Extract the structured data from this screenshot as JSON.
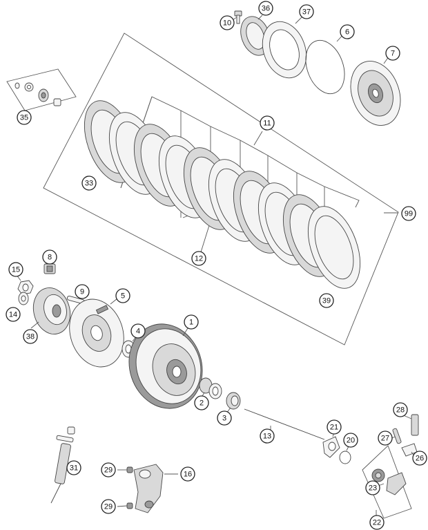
{
  "callouts": [
    {
      "label": "1"
    },
    {
      "label": "2"
    },
    {
      "label": "3"
    },
    {
      "label": "4"
    },
    {
      "label": "5"
    },
    {
      "label": "6"
    },
    {
      "label": "7"
    },
    {
      "label": "8"
    },
    {
      "label": "9"
    },
    {
      "label": "10"
    },
    {
      "label": "11"
    },
    {
      "label": "12"
    },
    {
      "label": "13"
    },
    {
      "label": "14"
    },
    {
      "label": "15"
    },
    {
      "label": "16"
    },
    {
      "label": "20"
    },
    {
      "label": "21"
    },
    {
      "label": "22"
    },
    {
      "label": "23"
    },
    {
      "label": "26"
    },
    {
      "label": "27"
    },
    {
      "label": "28"
    },
    {
      "label": "29"
    },
    {
      "label": "29"
    },
    {
      "label": "31"
    },
    {
      "label": "33"
    },
    {
      "label": "35"
    },
    {
      "label": "36"
    },
    {
      "label": "37"
    },
    {
      "label": "38"
    },
    {
      "label": "39"
    },
    {
      "label": "99"
    }
  ]
}
